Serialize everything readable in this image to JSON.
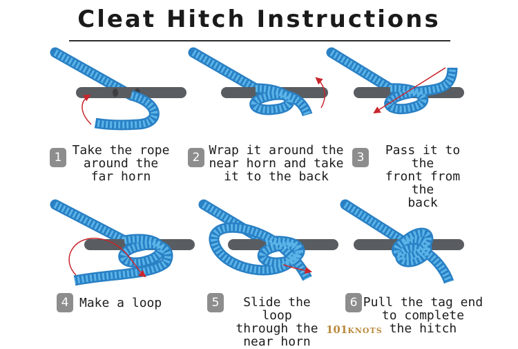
{
  "title": "Cleat Hitch Instructions",
  "colors": {
    "rope": "#5ab4e8",
    "rope_stroke": "#2a80c4",
    "cleat": "#595c60",
    "arrow": "#c8262d",
    "badge": "#8d8d8d"
  },
  "steps": [
    {
      "num": "1",
      "text": "Take the rope\naround the\nfar horn"
    },
    {
      "num": "2",
      "text": "Wrap it around the\nnear horn and take\nit to the back"
    },
    {
      "num": "3",
      "text": "Pass it to the\nfront from the\nback"
    },
    {
      "num": "4",
      "text": "Make a loop"
    },
    {
      "num": "5",
      "text": "Slide the loop\nthrough the\nnear horn"
    },
    {
      "num": "6",
      "text": "Pull the tag end\nto complete\nthe hitch"
    }
  ],
  "logo": {
    "number": "101",
    "brand": "KNOTS"
  }
}
